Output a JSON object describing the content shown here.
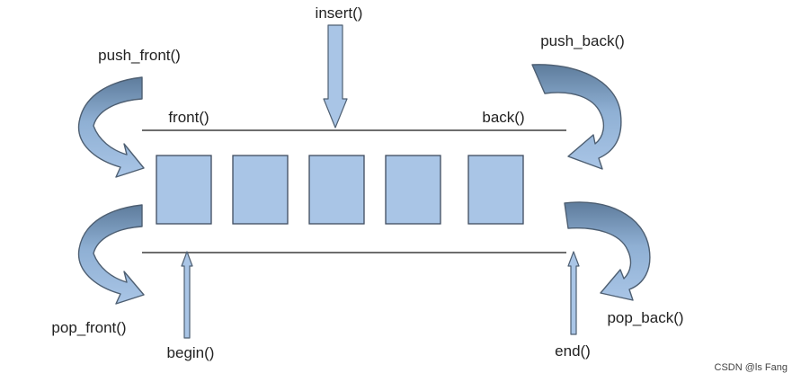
{
  "diagram": {
    "labels": {
      "insert": "insert()",
      "push_front": "push_front()",
      "push_back": "push_back()",
      "front": "front()",
      "back": "back()",
      "pop_front": "pop_front()",
      "pop_back": "pop_back()",
      "begin": "begin()",
      "end": "end()"
    },
    "element_count": 5,
    "colors": {
      "element_fill": "#a9c5e6",
      "element_stroke": "#3f4c5f",
      "arrow_light": "#a9c5e6",
      "arrow_dark": "#5e7c9c",
      "line": "#3f3f3f",
      "text": "#222222"
    }
  },
  "watermark": "CSDN @ls Fang"
}
